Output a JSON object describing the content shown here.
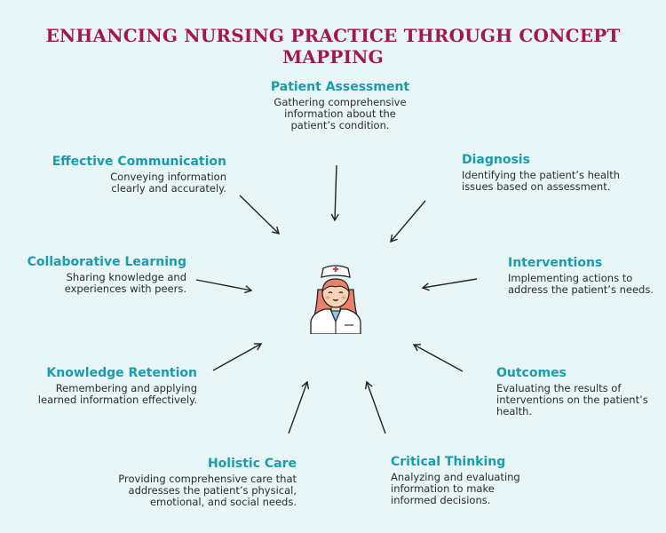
{
  "title": "ENHANCING NURSING PRACTICE THROUGH CONCEPT MAPPING",
  "nodes": {
    "patient_assessment": {
      "heading": "Patient Assessment",
      "desc": "Gathering comprehensive information about the patient’s condition."
    },
    "diagnosis": {
      "heading": "Diagnosis",
      "desc": "Identifying the patient’s health issues based on assessment."
    },
    "interventions": {
      "heading": "Interventions",
      "desc": "Implementing actions to address the patient’s needs."
    },
    "outcomes": {
      "heading": "Outcomes",
      "desc": "Evaluating the results of interventions on the patient’s health."
    },
    "critical_thinking": {
      "heading": "Critical Thinking",
      "desc": "Analyzing and evaluating information to make informed decisions."
    },
    "holistic_care": {
      "heading": "Holistic Care",
      "desc": "Providing comprehensive care that addresses the patient’s physical, emotional, and social needs."
    },
    "knowledge_retention": {
      "heading": "Knowledge Retention",
      "desc": "Remembering and applying learned information effectively."
    },
    "collaborative_learning": {
      "heading": "Collaborative Learning",
      "desc": "Sharing knowledge and experiences with peers."
    },
    "effective_communication": {
      "heading": "Effective Communication",
      "desc": "Conveying information clearly and accurately."
    }
  },
  "colors": {
    "title": "#a3174f",
    "heading": "#1a9cb0",
    "background": "#e8f6f8"
  },
  "center_icon": "nurse-icon"
}
